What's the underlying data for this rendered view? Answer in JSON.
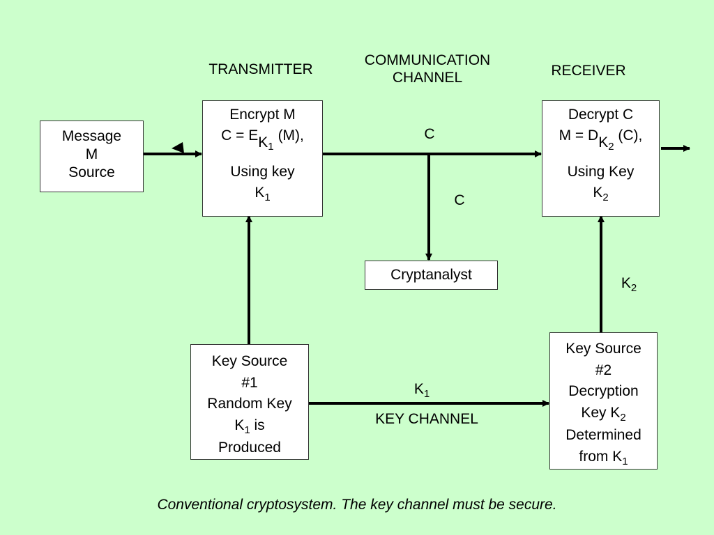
{
  "headings": {
    "transmitter": "TRANSMITTER",
    "channel_line1": "COMMUNICATION",
    "channel_line2": "CHANNEL",
    "receiver": "RECEIVER"
  },
  "message_source": {
    "line1": "Message",
    "line2": "M",
    "line3": "Source"
  },
  "encrypt": {
    "line1": "Encrypt M",
    "formula_prefix": "C = E",
    "key": "K",
    "key_sub": "1",
    "formula_suffix": "(M),",
    "using": "Using key",
    "using_key": "K",
    "using_key_sub": "1"
  },
  "decrypt": {
    "line1": "Decrypt C",
    "formula_prefix": "M = D",
    "key": "K",
    "key_sub": "2",
    "formula_suffix": " (C),",
    "using": "Using Key",
    "using_key": "K",
    "using_key_sub": "2"
  },
  "cryptanalyst": "Cryptanalyst",
  "channel_labels": {
    "c_top": "C",
    "c_mid": "C"
  },
  "k2_label": {
    "text": "K",
    "sub": "2"
  },
  "key_source_1": {
    "line1": "Key Source",
    "line2": "#1",
    "line3": "Random Key",
    "line4_key": "K",
    "line4_sub": "1",
    "line4_suffix": " is",
    "line5": "Produced"
  },
  "key_source_2": {
    "line1": "Key Source",
    "line2": "#2",
    "line3": "Decryption",
    "line4_prefix": "Key K",
    "line4_sub": "2",
    "line5": "Determined",
    "line6_prefix": "from K",
    "line6_sub": "1"
  },
  "key_channel": {
    "k_text": "K",
    "k_sub": "1",
    "label": "KEY CHANNEL"
  },
  "caption": "Conventional cryptosystem. The key channel must be secure."
}
